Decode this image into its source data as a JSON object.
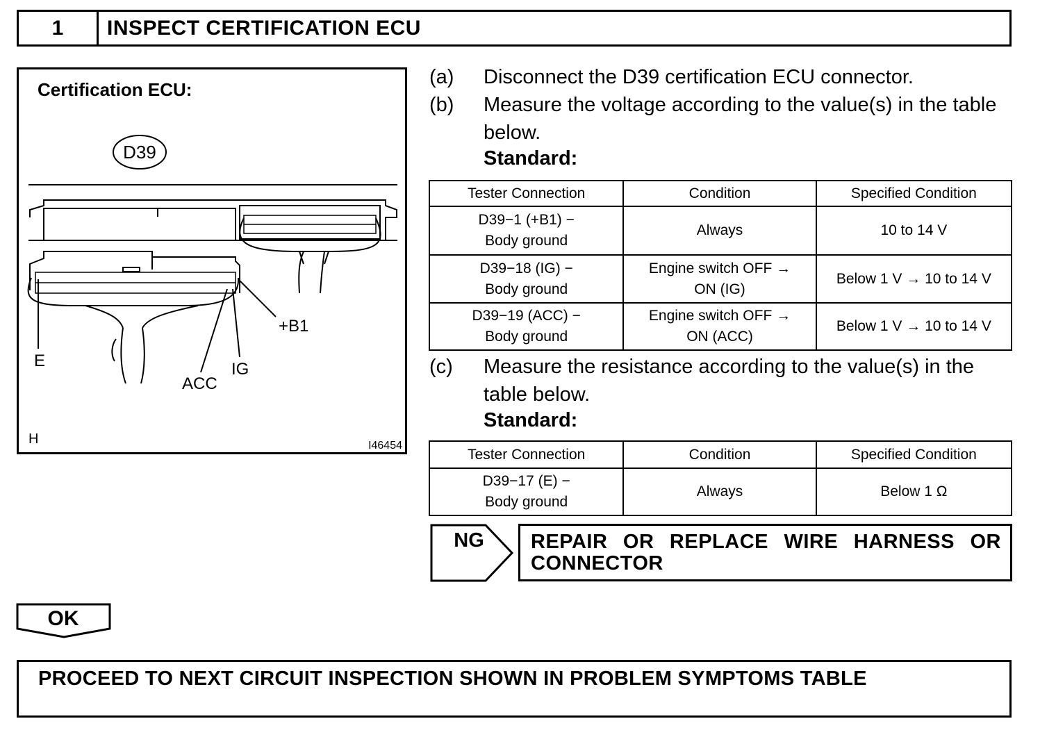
{
  "step": {
    "number": "1",
    "title": "INSPECT CERTIFICATION ECU"
  },
  "figure": {
    "title": "Certification ECU:",
    "connector": "D39",
    "labels": {
      "b1": "+B1",
      "e": "E",
      "ig": "IG",
      "acc": "ACC",
      "h": "H"
    },
    "code": "I46454"
  },
  "instructions": {
    "a": {
      "mark": "(a)",
      "text": "Disconnect the D39 certification ECU connector."
    },
    "b": {
      "mark": "(b)",
      "line1": "Measure the voltage according to the value(s) in the table",
      "line2": "below."
    },
    "c": {
      "mark": "(c)",
      "line1": "Measure the resistance according to the value(s) in the",
      "line2": "table below."
    },
    "standard_label": "Standard:"
  },
  "voltage_table": {
    "headers": [
      "Tester Connection",
      "Condition",
      "Specified Condition"
    ],
    "rows": [
      {
        "conn1": "D39−1 (+B1) −",
        "conn2": "Body ground",
        "cond1": "Always",
        "cond2": "",
        "spec": "10 to 14 V"
      },
      {
        "conn1": "D39−18 (IG) −",
        "conn2": "Body ground",
        "cond1": "Engine switch OFF →",
        "cond2": "ON (IG)",
        "spec": "Below 1 V → 10 to 14 V"
      },
      {
        "conn1": "D39−19 (ACC) −",
        "conn2": "Body ground",
        "cond1": "Engine switch OFF →",
        "cond2": "ON (ACC)",
        "spec": "Below 1 V → 10 to 14 V"
      }
    ]
  },
  "resistance_table": {
    "headers": [
      "Tester Connection",
      "Condition",
      "Specified Condition"
    ],
    "rows": [
      {
        "conn1": "D39−17 (E) −",
        "conn2": "Body ground",
        "cond": "Always",
        "spec": "Below 1 Ω"
      }
    ]
  },
  "ng": {
    "label": "NG",
    "action": "REPAIR OR REPLACE WIRE HARNESS OR CONNECTOR"
  },
  "ok": {
    "label": "OK"
  },
  "final_step": "PROCEED TO NEXT CIRCUIT INSPECTION SHOWN IN PROBLEM SYMPTOMS TABLE"
}
